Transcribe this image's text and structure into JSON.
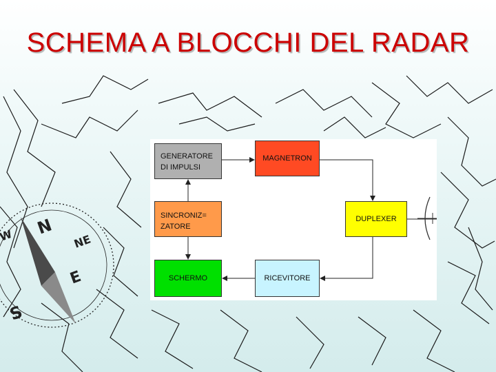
{
  "slide": {
    "title": "SCHEMA A BLOCCHI DEL RADAR"
  },
  "diagram": {
    "blocks": {
      "generatore": {
        "line1": "GENERATORE",
        "line2": "DI IMPULSI",
        "color": "#b0b0b0"
      },
      "magnetron": {
        "label": "MAGNETRON",
        "color": "#ff4a23"
      },
      "sincronizzatore": {
        "line1": "SINCRONIZ=",
        "line2": "ZATORE",
        "color": "#ff9a4a"
      },
      "duplexer": {
        "label": "DUPLEXER",
        "color": "#ffff00"
      },
      "schermo": {
        "label": "SCHERMO",
        "color": "#00e000"
      },
      "ricevitore": {
        "label": "RICEVITORE",
        "color": "#c8f4ff"
      }
    },
    "background_color": "#ffffff"
  },
  "decorations": {
    "compass_letters": [
      "N",
      "E",
      "S",
      "W"
    ]
  }
}
